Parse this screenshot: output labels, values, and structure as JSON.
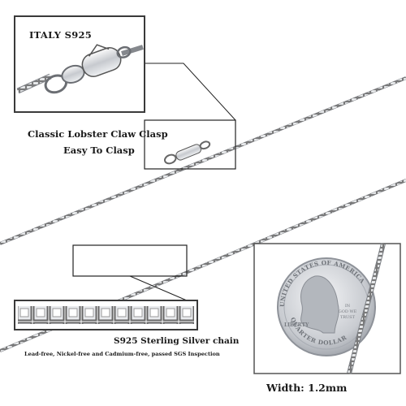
{
  "clasp_detail": {
    "label": "ITALY S925"
  },
  "captions": {
    "clasp_line1": "Classic Lobster Claw Clasp",
    "clasp_line2": "Easy To Clasp",
    "silver_title": "S925 Sterling Silver chain",
    "silver_note": "Lead-free, Nickel-free and Cadmium-free, passed SGS Inspection"
  },
  "coin": {
    "top_text": "UNITED STATES OF AMERICA",
    "left_word": "LIBERTY",
    "motto": [
      "IN",
      "GOD WE",
      "TRUST"
    ],
    "denomination": "QUARTER DOLLAR"
  },
  "width_label": "Width: 1.2mm",
  "colors": {
    "background": "#ffffff",
    "silver": "#b9bcc1",
    "frame": "#222222"
  }
}
